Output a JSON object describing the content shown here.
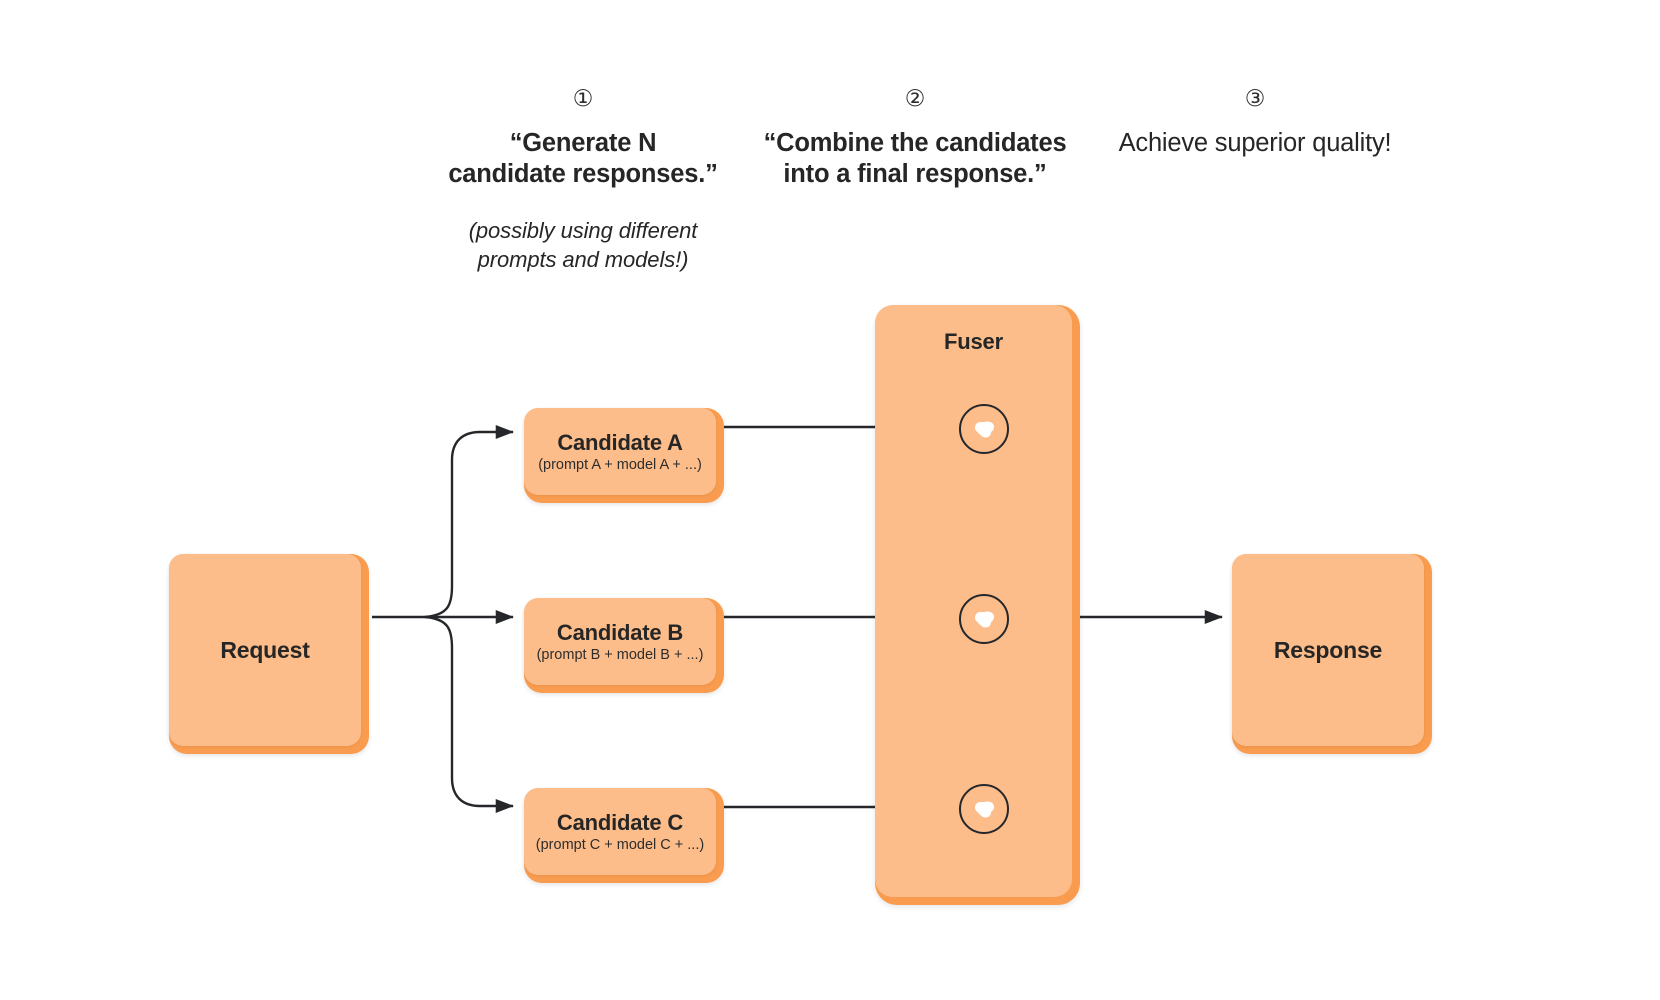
{
  "steps": [
    {
      "marker": "①",
      "title": "“Generate N\ncandidate responses.”",
      "title_line1": "“Generate N",
      "title_line2": "candidate responses.”",
      "note_line1": "(possibly using different",
      "note_line2": "prompts and models!)",
      "bold": true
    },
    {
      "marker": "②",
      "title_line1": "“Combine the candidates",
      "title_line2": "into a final response.”",
      "bold": true
    },
    {
      "marker": "③",
      "title_line1": "Achieve superior quality!",
      "title_line2": "",
      "bold": false
    }
  ],
  "nodes": {
    "request": {
      "label": "Request"
    },
    "response": {
      "label": "Response"
    },
    "candidates": [
      {
        "label": "Candidate A",
        "sublabel": "(prompt A + model A + ...)"
      },
      {
        "label": "Candidate B",
        "sublabel": "(prompt B + model B + ...)"
      },
      {
        "label": "Candidate C",
        "sublabel": "(prompt C + model C + ...)"
      }
    ]
  },
  "fuser": {
    "title": "Fuser",
    "slots": [
      {
        "icon": "spark-blob-icon"
      },
      {
        "icon": "spark-blob-icon"
      },
      {
        "icon": "spark-blob-icon"
      }
    ]
  },
  "colors": {
    "node_outer": "#f99c4f",
    "node_inner": "#fcbd8a",
    "text": "#262626",
    "wire": "#25272b",
    "background": "#ffffff"
  }
}
